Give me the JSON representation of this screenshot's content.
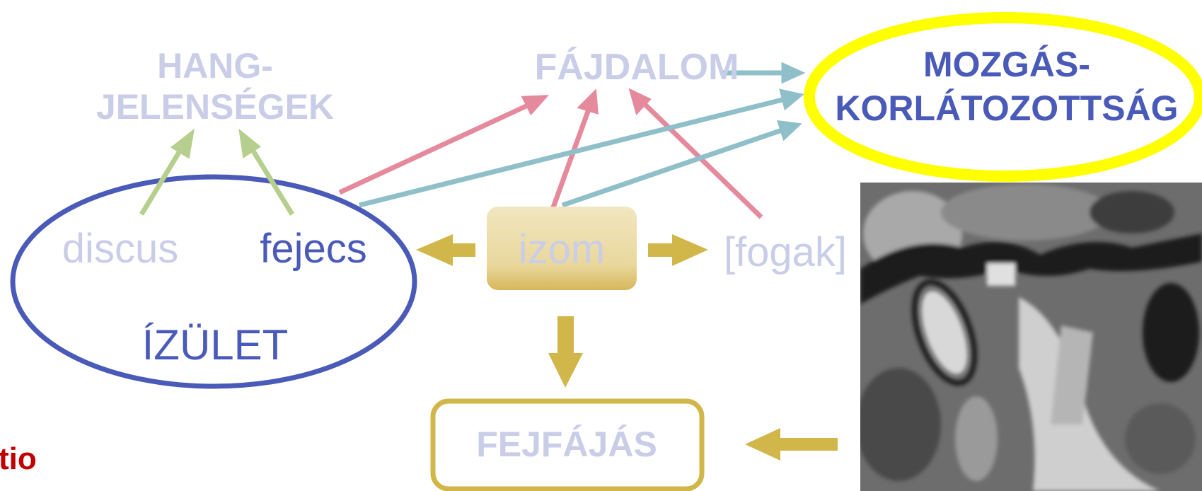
{
  "colors": {
    "faded_blue": "#c9cde8",
    "strong_blue": "#4a5ab8",
    "yellow": "#ffff00",
    "gold": "#d1b64a",
    "gold_box_top": "#f1e6c0",
    "gold_box_bottom": "#d6b75c",
    "pink": "#e58a9c",
    "teal": "#8fbfc8",
    "green": "#b6cf8e",
    "red": "#c00000"
  },
  "nodes": {
    "hangjelensegek_line1": "HANG-",
    "hangjelensegek_line2": "JELENSÉGEK",
    "fajdalom": "FÁJDALOM",
    "mozgas_line1": "MOZGÁS-",
    "mozgas_line2": "KORLÁTOZOTTSÁG",
    "discus": "discus",
    "fejecs": "fejecs",
    "izulet": "ÍZÜLET",
    "izom": "izom",
    "fogak": "[fogak]",
    "fejfajas": "FEJFÁJÁS",
    "cut_text": "tio"
  },
  "image": {
    "alt": "grayscale MRI scan"
  }
}
